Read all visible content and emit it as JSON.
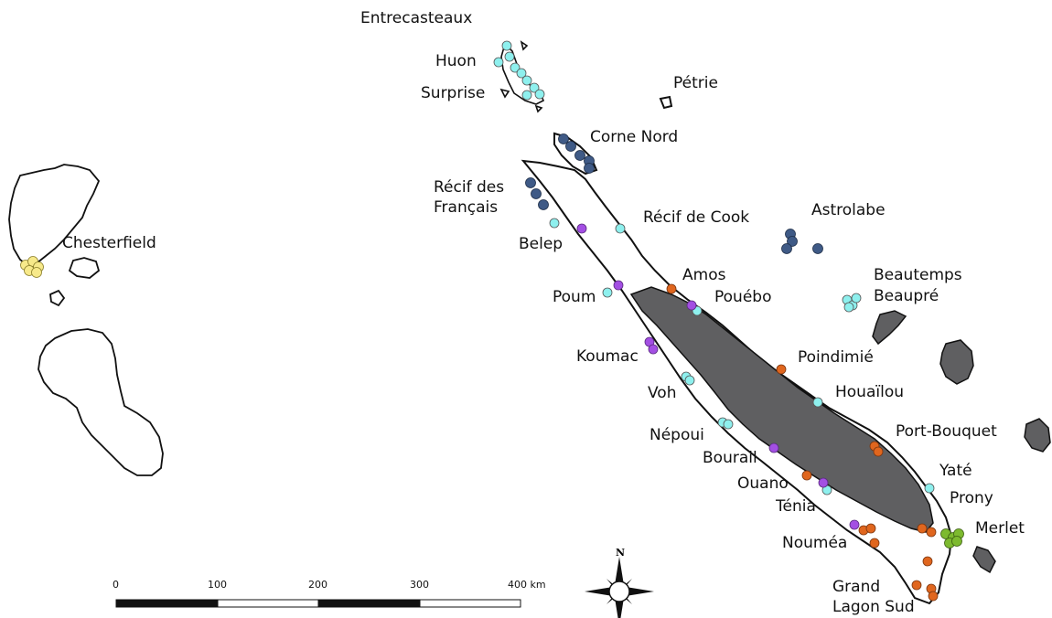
{
  "labels": {
    "entrecasteaux": "Entrecasteaux",
    "huon": "Huon",
    "surprise": "Surprise",
    "petrie": "Pétrie",
    "corne_nord": "Corne Nord",
    "recif_des_francais": "Récif des\nFrançais",
    "chesterfield": "Chesterfield",
    "belep": "Belep",
    "recif_de_cook": "Récif de Cook",
    "astrolabe": "Astrolabe",
    "amos": "Amos",
    "poum": "Poum",
    "pouebo": "Pouébo",
    "beautemps_beaupre": "Beautemps\nBeaupré",
    "koumac": "Koumac",
    "poindimie": "Poindimié",
    "voh": "Voh",
    "houailou": "Houaïlou",
    "nepoui": "Népoui",
    "port_bouquet": "Port-Bouquet",
    "bourail": "Bourail",
    "yate": "Yaté",
    "ouano": "Ouano",
    "tenia": "Ténia",
    "prony": "Prony",
    "noumea": "Nouméa",
    "merlet": "Merlet",
    "grand_lagon_sud": "Grand\nLagon Sud"
  },
  "scale_bar": {
    "ticks": [
      "0",
      "100",
      "200",
      "300",
      "400 km"
    ]
  },
  "north_arrow": {
    "letter": "N"
  },
  "colors": {
    "light_blue": "#8ef0ee",
    "dark_blue": "#3f5a86",
    "purple": "#a34fe3",
    "orange": "#e0661e",
    "yellow": "#f7e98a",
    "green": "#7dba2f",
    "land": "#5f5f61",
    "outline": "#111111"
  }
}
